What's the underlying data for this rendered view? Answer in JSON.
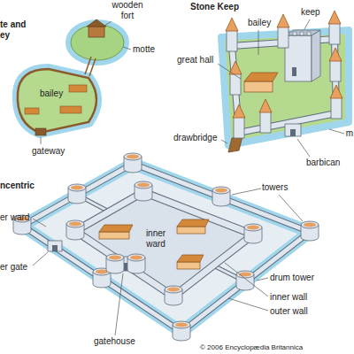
{
  "diagram": {
    "labels": [
      "te and",
      "ey",
      "wooden fort",
      "motte",
      "bailey",
      "gateway",
      "Stone Keep",
      "bailey",
      "keep",
      "great hall",
      "drawbridge",
      "m",
      "barbican",
      "ncentric",
      "towers",
      "er ward",
      "inner ward",
      "er gate",
      "drum tower",
      "gatehouse",
      "inner wall",
      "outer wall",
      "© 2006 Encyclopædia Britannica"
    ]
  }
}
